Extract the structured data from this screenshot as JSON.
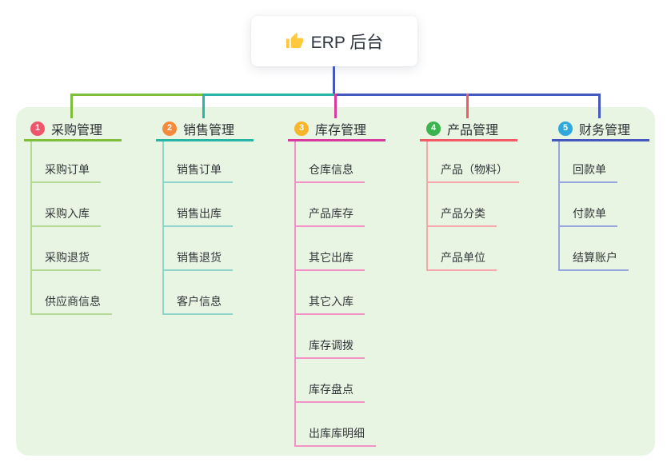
{
  "root": {
    "icon": "thumbs-up-icon",
    "title": "ERP 后台"
  },
  "branches": [
    {
      "badge": "1",
      "title": "采购管理",
      "badge_color": "#f0566b",
      "line_color": "#7fbe3b",
      "sub_line_color": "#b4da95",
      "items": [
        "采购订单",
        "采购入库",
        "采购退货",
        "供应商信息"
      ]
    },
    {
      "badge": "2",
      "title": "销售管理",
      "badge_color": "#f58a3c",
      "line_color": "#27b5a7",
      "sub_line_color": "#8fd5cb",
      "items": [
        "销售订单",
        "销售出库",
        "销售退货",
        "客户信息"
      ]
    },
    {
      "badge": "3",
      "title": "库存管理",
      "badge_color": "#f8b42a",
      "line_color": "#da3a9e",
      "sub_line_color": "#f392c6",
      "items": [
        "仓库信息",
        "产品库存",
        "其它出库",
        "其它入库",
        "库存调拨",
        "库存盘点",
        "出库库明细"
      ]
    },
    {
      "badge": "4",
      "title": "产品管理",
      "badge_color": "#3bb44e",
      "line_color": "#f25b66",
      "sub_line_color": "#f8a7ac",
      "items": [
        "产品（物料）",
        "产品分类",
        "产品单位"
      ]
    },
    {
      "badge": "5",
      "title": "财务管理",
      "badge_color": "#31a8dc",
      "line_color": "#4458bd",
      "sub_line_color": "#97a7de",
      "items": [
        "回款单",
        "付款单",
        "结算账户"
      ]
    }
  ],
  "colors": {
    "panel_bg": "#e8f5e3",
    "root_connector": "#4458bd",
    "text": "#333333"
  }
}
